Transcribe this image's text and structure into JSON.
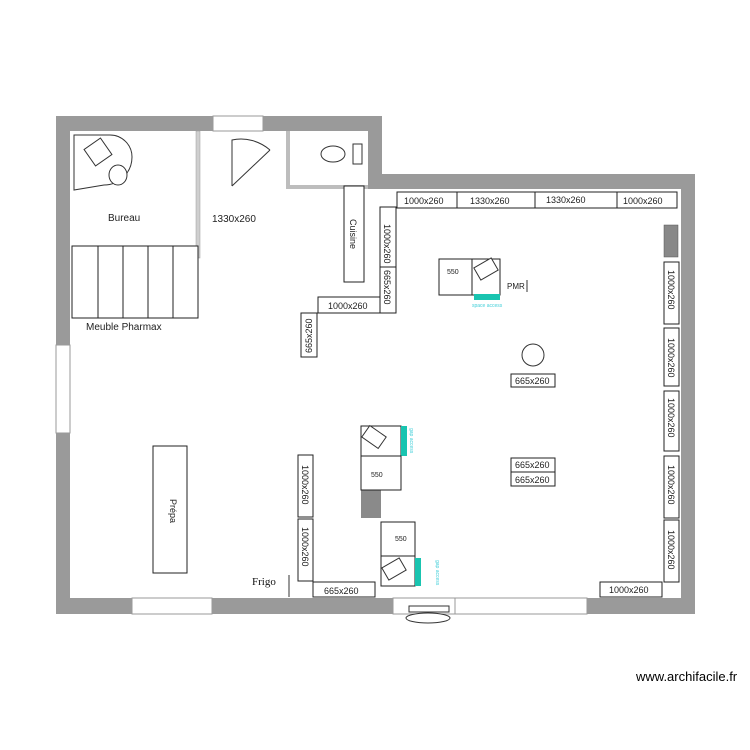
{
  "rooms": {
    "bureau": "Bureau",
    "cuisine": "Cuisine",
    "meuble": "Meuble Pharmax",
    "prepa": "Prépa",
    "frigo": "Frigo",
    "pmr": "PMR"
  },
  "shelves": {
    "top_left_1330": "1330x260",
    "top1": "1000x260",
    "top2": "1330x260",
    "top3": "1330x260",
    "top4": "1000x260",
    "left_col_top": "1000x260",
    "left_col_mid": "665x260",
    "horiz_1000": "1000x260",
    "vert_665": "665x260",
    "right1": "1000x260",
    "right2": "1000x260",
    "right3": "1000x260",
    "right4": "1000x260",
    "right5": "1000x260",
    "center_665_a": "665x260",
    "center_665_b": "665x260",
    "center_665_c": "665x260",
    "bottom_left_v1": "1000x260",
    "bottom_left_v2": "1000x260",
    "bottom_665": "665x260",
    "bottom_right_1000": "1000x260"
  },
  "counters": {
    "pmr_550": "550",
    "mid_550": "550",
    "low_550": "550"
  },
  "labels": {
    "space_a": "space access",
    "space_b": "gap access",
    "space_c": "gap access"
  },
  "watermark": "www.archifacile.fr"
}
